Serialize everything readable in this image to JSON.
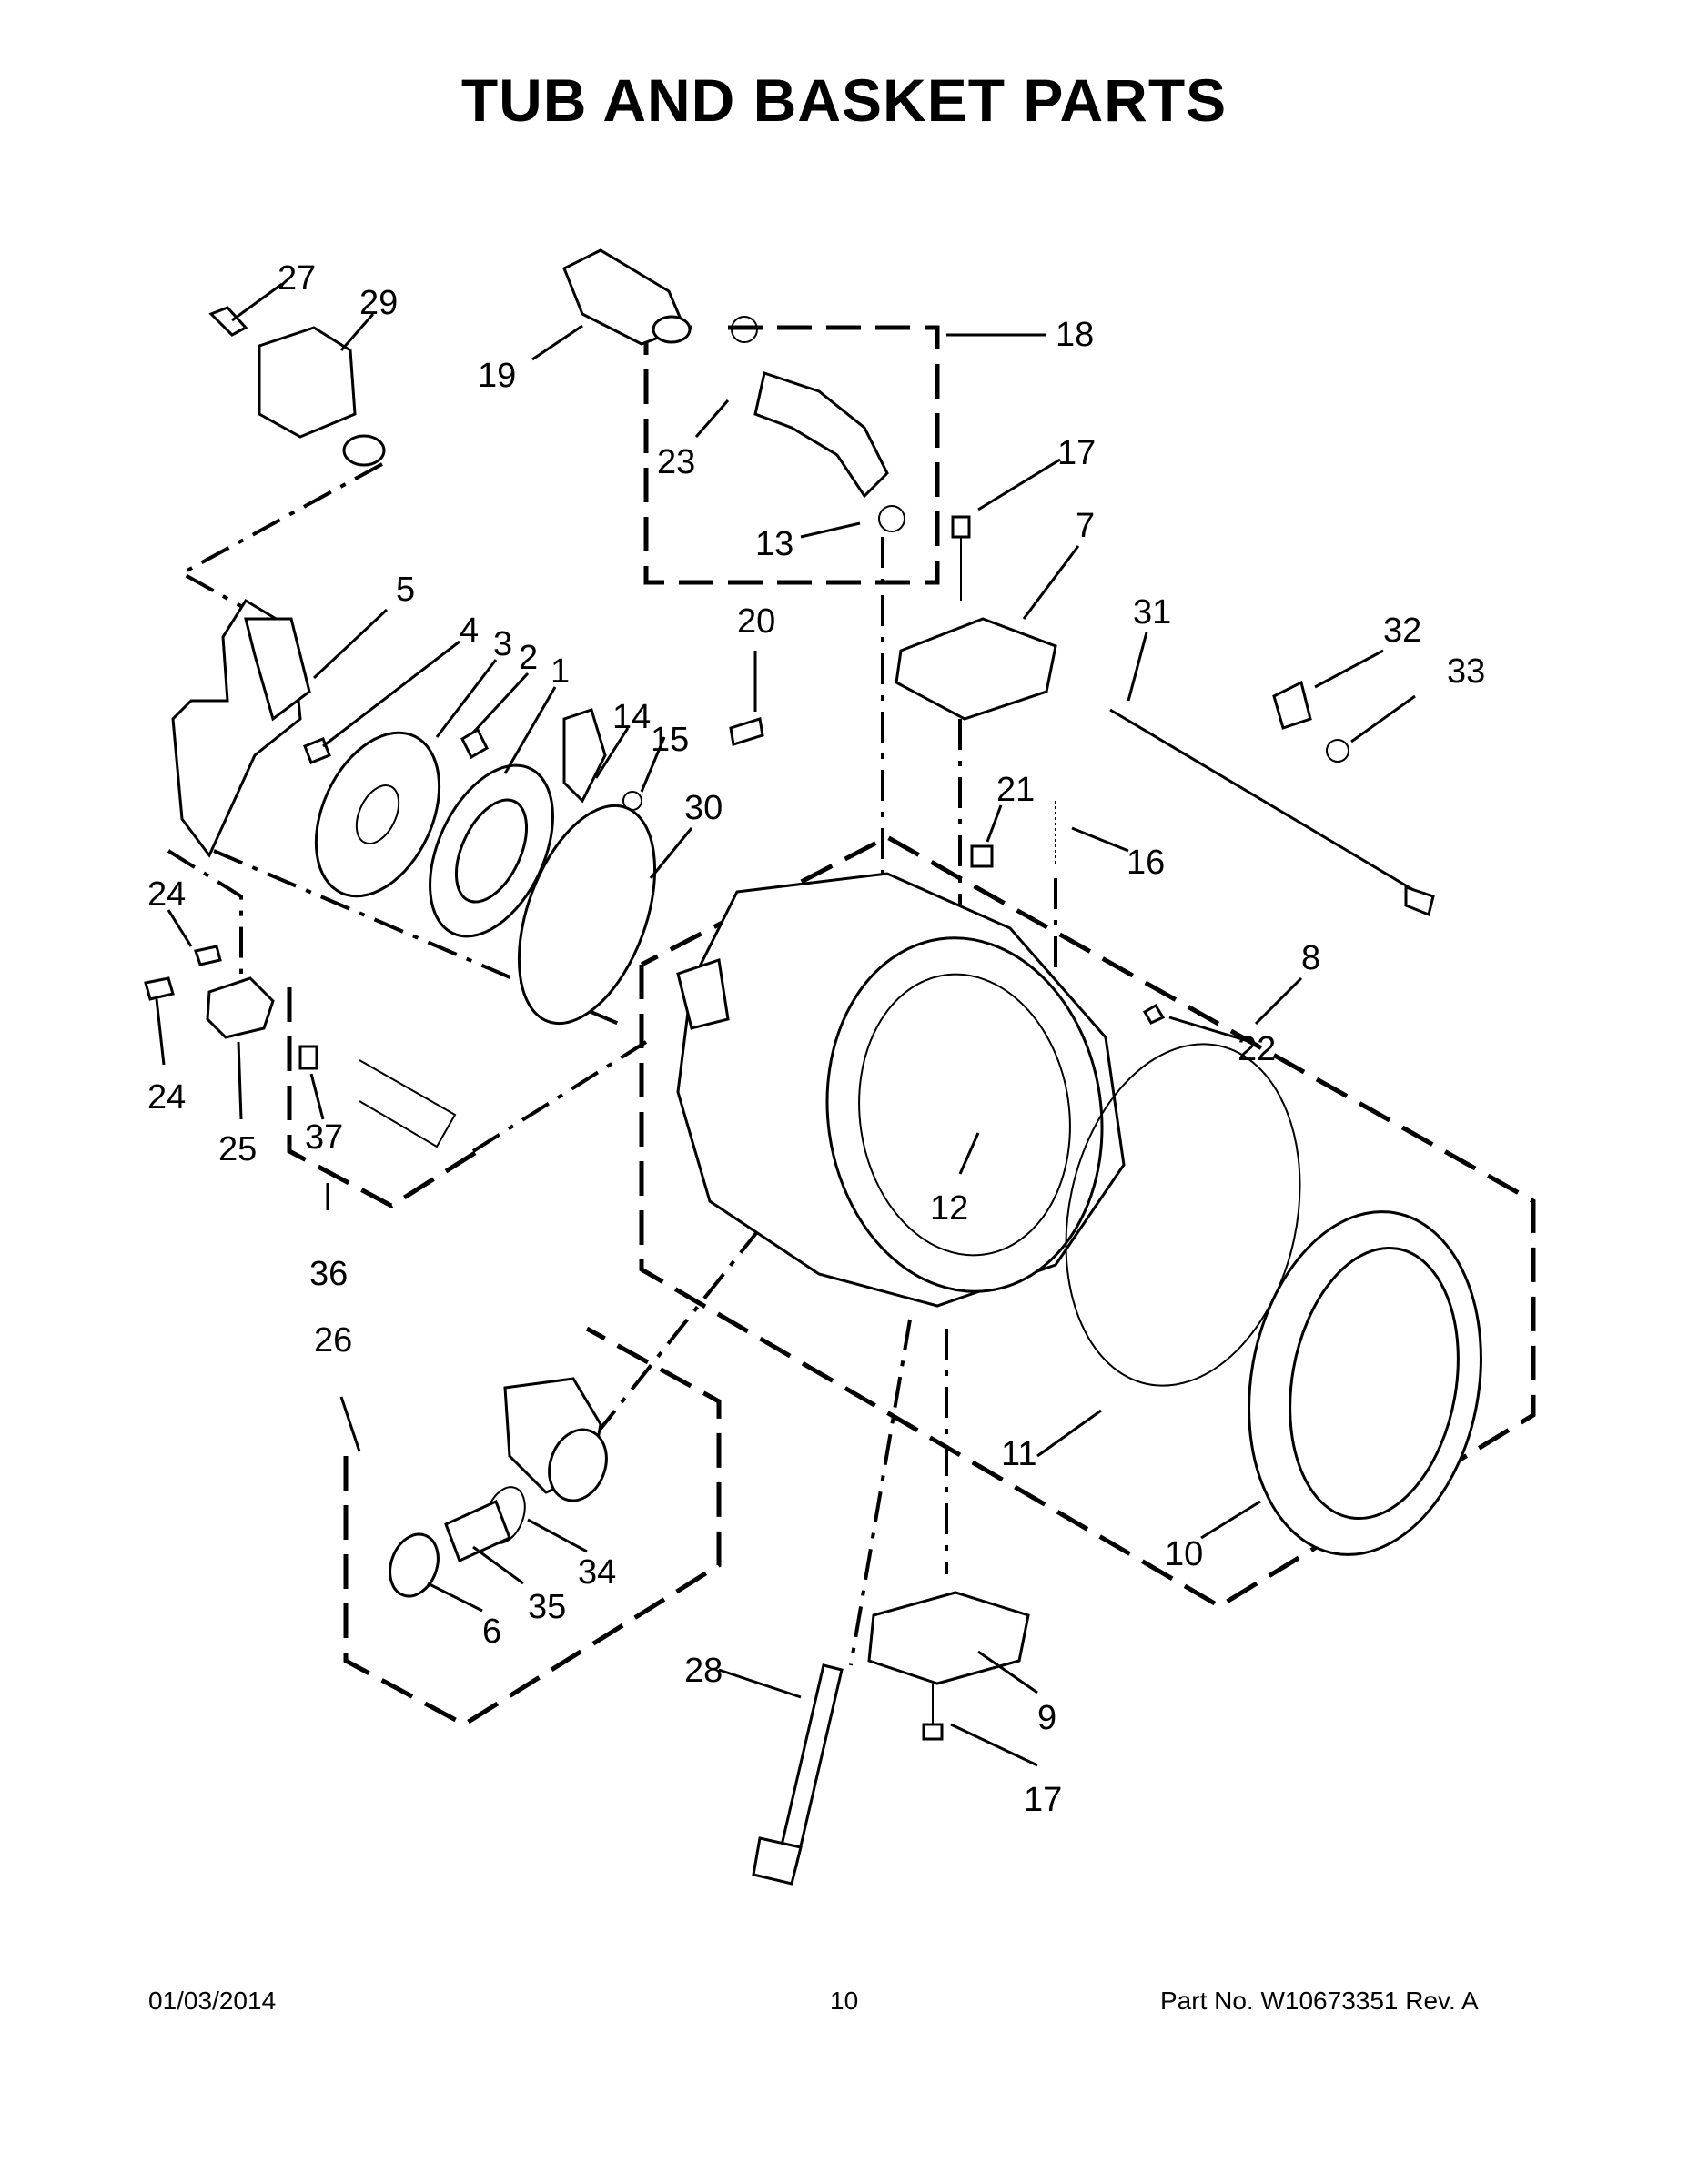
{
  "title": "TUB AND BASKET PARTS",
  "footer": {
    "date": "01/03/2014",
    "page_number": "10",
    "part_no": "Part No.  W10673351  Rev.  A"
  },
  "callouts": [
    "27",
    "29",
    "19",
    "23",
    "18",
    "13",
    "17",
    "7",
    "5",
    "4",
    "3",
    "2",
    "1",
    "14",
    "15",
    "20",
    "30",
    "31",
    "32",
    "33",
    "21",
    "16",
    "8",
    "24",
    "24",
    "25",
    "37",
    "36",
    "22",
    "12",
    "11",
    "10",
    "26",
    "34",
    "35",
    "6",
    "28",
    "9",
    "17"
  ]
}
